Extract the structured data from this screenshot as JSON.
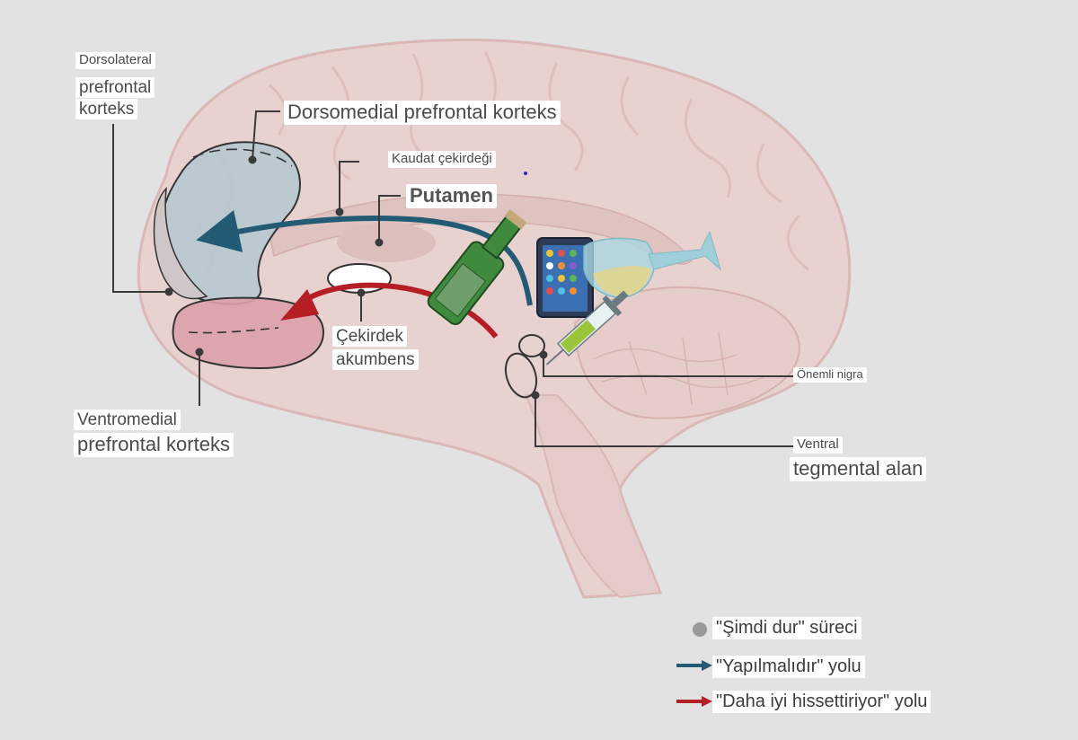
{
  "labels": {
    "dlpfc_line1": "Dorsolateral",
    "dlpfc_line2": "prefrontal",
    "dlpfc_line3": "korteks",
    "dmpfc": "Dorsomedial prefrontal korteks",
    "caudate": "Kaudat çekirdeği",
    "putamen": "Putamen",
    "nacc_line1": "Çekirdek",
    "nacc_line2": "akumbens",
    "substantia_nigra": "Önemli nigra",
    "vta_line1": "Ventral",
    "vta_line2": "tegmental alan",
    "vmpfc_line1": "Ventromedial",
    "vmpfc_line2": "prefrontal korteks"
  },
  "legend": {
    "stop_process": "\"Şimdi dur\" süreci",
    "should_do": "\"Yapılmalıdır\" yolu",
    "feels_better": "\"Daha iyi hissettiriyor\" yolu"
  },
  "colors": {
    "background": "#e2e2e2",
    "brain": "#e8d2d0",
    "blue_pathway": "#235a74",
    "red_pathway": "#b41e24",
    "dorsal_region": "#b4c8d0",
    "ventral_region": "#dca0a8"
  },
  "icons": [
    "bottle-icon",
    "phone-icon",
    "wine-glass-icon",
    "syringe-icon"
  ]
}
